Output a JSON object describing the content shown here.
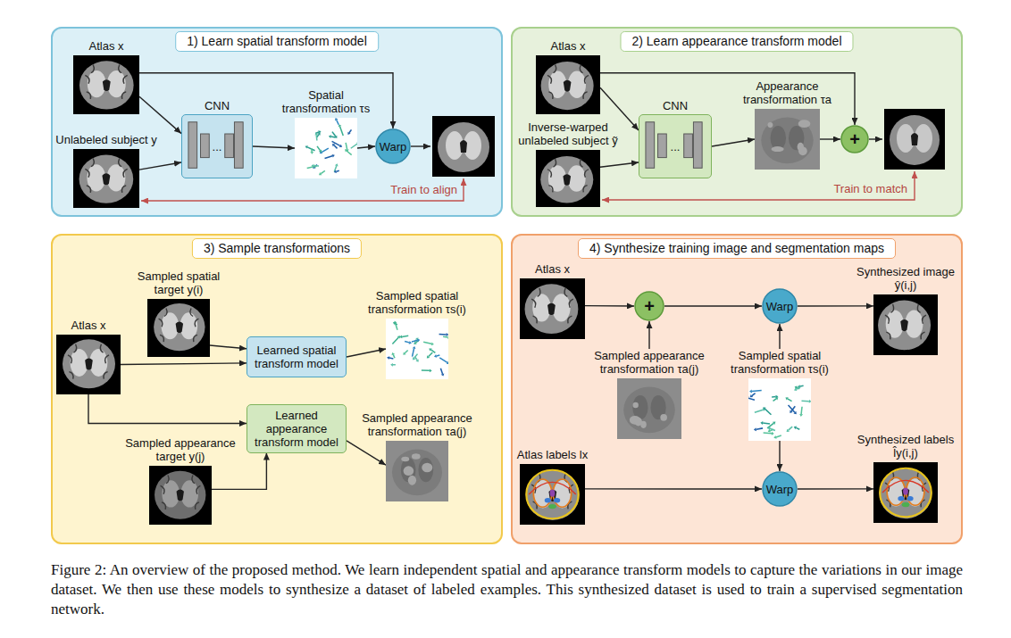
{
  "diagram": {
    "caption": "Figure 2: An overview of the proposed method. We learn independent spatial and appearance transform models to capture the variations in our image dataset. We then use these models to synthesize a dataset of labeled examples. This synthesized dataset is used to train a supervised segmentation network.",
    "nodes": [
      {
        "text": [
          "1) Learn spatial transform model"
        ]
      },
      {
        "text": [
          "Atlas x"
        ],
        "in": 0
      },
      {
        "text": [
          "Unlabeled subject y"
        ],
        "in": 0
      },
      {
        "text": [
          "CNN",
          "..."
        ],
        "in": 0
      },
      {
        "text": [
          "Spatial transformation τs"
        ],
        "in": 0
      },
      {
        "text": [
          "Warp"
        ],
        "in": 0
      },
      {
        "text": [
          "2) Learn appearance transform model"
        ]
      },
      {
        "text": [
          "Atlas x"
        ],
        "in": 6
      },
      {
        "text": [
          "Inverse-warped unlabeled subject ỹ"
        ],
        "in": 6
      },
      {
        "text": [
          "CNN",
          "..."
        ],
        "in": 6
      },
      {
        "text": [
          "Appearance transformation τa"
        ],
        "in": 6
      },
      {
        "text": [
          "+"
        ],
        "in": 6
      },
      {
        "text": [
          "3) Sample transformations"
        ]
      },
      {
        "text": [
          "Sampled spatial target y(i)"
        ],
        "in": 12
      },
      {
        "text": [
          "Atlas x"
        ],
        "in": 12
      },
      {
        "text": [
          "Learned spatial transform model"
        ],
        "in": 12
      },
      {
        "text": [
          "Sampled spatial transformation τs(i)"
        ],
        "in": 12
      },
      {
        "text": [
          "Sampled appearance target y(j)"
        ],
        "in": 12
      },
      {
        "text": [
          "Learned appearance transform model"
        ],
        "in": 12
      },
      {
        "text": [
          "Sampled appearance transformation τa(j)"
        ],
        "in": 12
      },
      {
        "text": [
          "4) Synthesize training image and segmentation maps"
        ]
      },
      {
        "text": [
          "Atlas x"
        ],
        "in": 20
      },
      {
        "text": [
          "+"
        ],
        "in": 20
      },
      {
        "text": [
          "Warp"
        ],
        "in": 20
      },
      {
        "text": [
          "Synthesized image ŷ(i,j)"
        ],
        "in": 20
      },
      {
        "text": [
          "Sampled appearance transformation τa(j)"
        ],
        "in": 20
      },
      {
        "text": [
          "Sampled spatial transformation τs(i)"
        ],
        "in": 20
      },
      {
        "text": [
          "Atlas labels lx"
        ],
        "in": 20
      },
      {
        "text": [
          "Warp"
        ],
        "in": 20
      },
      {
        "text": [
          "Synthesized labels l̂y(i,j)"
        ],
        "in": 20
      }
    ],
    "edges": [
      {
        "from": 1,
        "to": 3,
        "arrow": "to"
      },
      {
        "from": 2,
        "to": 3,
        "arrow": "to"
      },
      {
        "from": 1,
        "to": 5,
        "arrow": "to"
      },
      {
        "from": 3,
        "to": 4,
        "arrow": "to"
      },
      {
        "from": 4,
        "to": 5,
        "arrow": "to"
      },
      {
        "from": 7,
        "to": 9,
        "arrow": "to"
      },
      {
        "from": 8,
        "to": 9,
        "arrow": "to"
      },
      {
        "from": 7,
        "to": 11,
        "arrow": "to"
      },
      {
        "from": 9,
        "to": 10,
        "arrow": "to"
      },
      {
        "from": 10,
        "to": 11,
        "arrow": "to"
      },
      {
        "from": 13,
        "to": 15,
        "arrow": "to"
      },
      {
        "from": 14,
        "to": 15,
        "arrow": "to"
      },
      {
        "from": 14,
        "to": 18,
        "arrow": "to"
      },
      {
        "from": 17,
        "to": 18,
        "arrow": "to"
      },
      {
        "from": 15,
        "to": 16,
        "arrow": "to"
      },
      {
        "from": 18,
        "to": 19,
        "arrow": "to"
      },
      {
        "from": 21,
        "to": 22,
        "arrow": "to"
      },
      {
        "from": 25,
        "to": 22,
        "arrow": "to"
      },
      {
        "from": 22,
        "to": 23,
        "arrow": "to"
      },
      {
        "from": 26,
        "to": 23,
        "arrow": "to"
      },
      {
        "from": 23,
        "to": 24,
        "arrow": "to"
      },
      {
        "from": 26,
        "to": 28,
        "arrow": "to"
      },
      {
        "from": 27,
        "to": 28,
        "arrow": "to"
      },
      {
        "from": 28,
        "to": 29,
        "arrow": "to"
      }
    ],
    "labels": [
      "Train to align",
      "Train to match"
    ]
  }
}
